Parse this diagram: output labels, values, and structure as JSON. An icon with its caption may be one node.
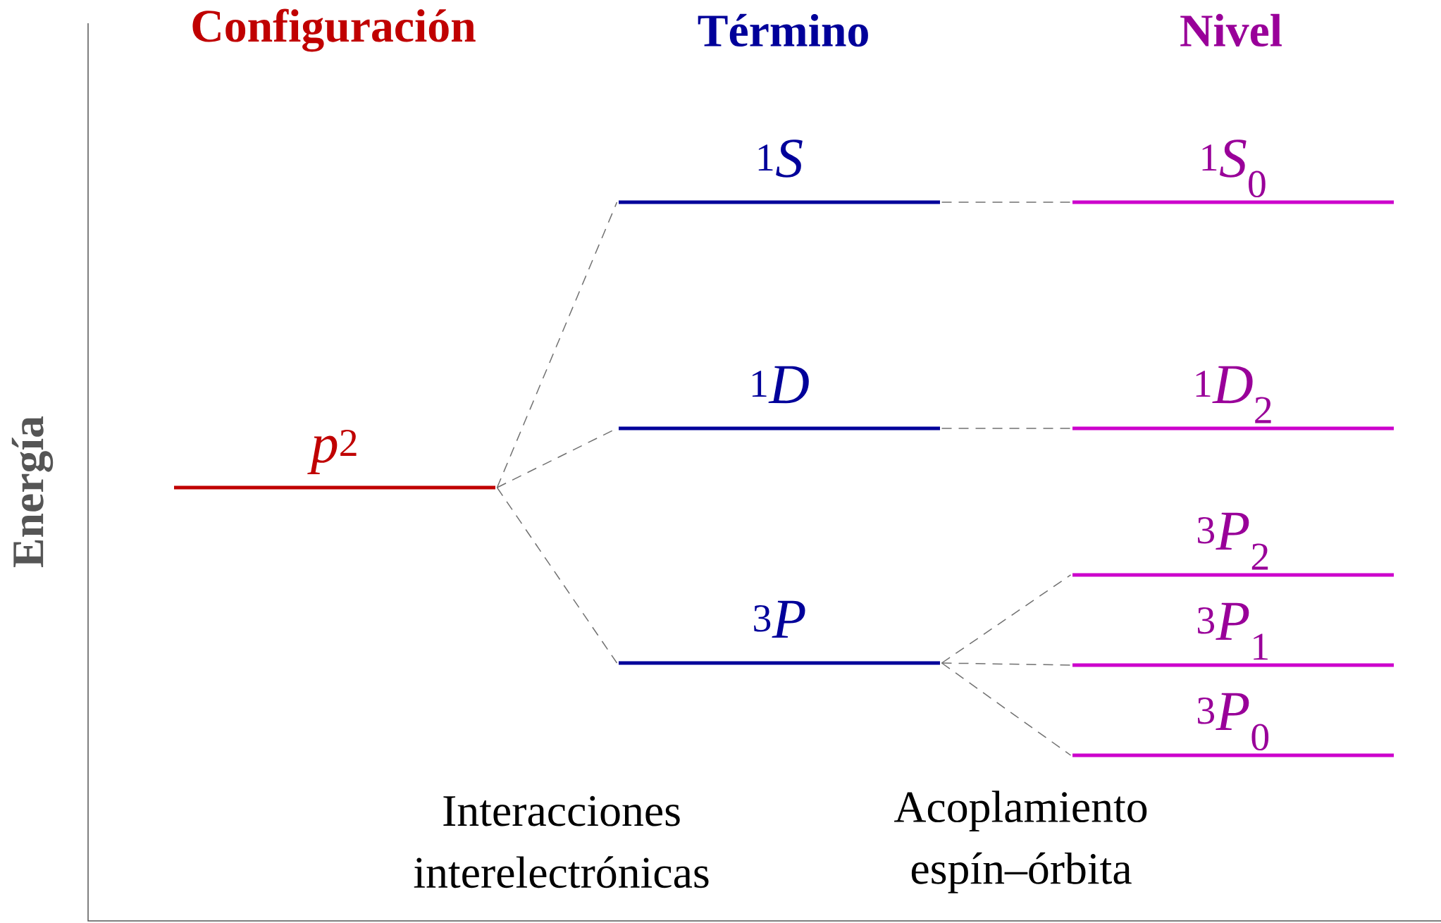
{
  "diagram": {
    "nodes": [
      {
        "text": [
          "*p*$^{2}$"
        ]
      },
      {
        "text": [
          "$^{1}$*S*"
        ]
      },
      {
        "text": [
          "$^{1}$*D*"
        ]
      },
      {
        "text": [
          "$^{3}$*P*"
        ]
      },
      {
        "text": [
          "$^{1}$*S*$_{0}$"
        ]
      },
      {
        "text": [
          "$^{1}$*D*$_{2}$"
        ]
      },
      {
        "text": [
          "$^{3}$*P*$_{2}$"
        ]
      },
      {
        "text": [
          "$^{3}$*P*$_{1}$"
        ]
      },
      {
        "text": [
          "$^{3}$*P*$_{0}$"
        ]
      }
    ],
    "edges": [
      {
        "from": 0,
        "to": 1,
        "arrow": "none",
        "style": "dashed"
      },
      {
        "from": 0,
        "to": 2,
        "arrow": "none",
        "style": "dashed"
      },
      {
        "from": 0,
        "to": 3,
        "arrow": "none",
        "style": "dashed"
      },
      {
        "from": 1,
        "to": 4,
        "arrow": "none",
        "style": "dashed"
      },
      {
        "from": 2,
        "to": 5,
        "arrow": "none",
        "style": "dashed"
      },
      {
        "from": 3,
        "to": 6,
        "arrow": "none",
        "style": "dashed"
      },
      {
        "from": 3,
        "to": 7,
        "arrow": "none",
        "style": "dashed"
      },
      {
        "from": 3,
        "to": 8,
        "arrow": "none",
        "style": "dashed"
      }
    ],
    "labels": [
      "Configuración",
      "Término",
      "Nivel",
      "Energía",
      "Interacciones interelectrónicas",
      "Acoplamiento espín–órbita"
    ]
  }
}
